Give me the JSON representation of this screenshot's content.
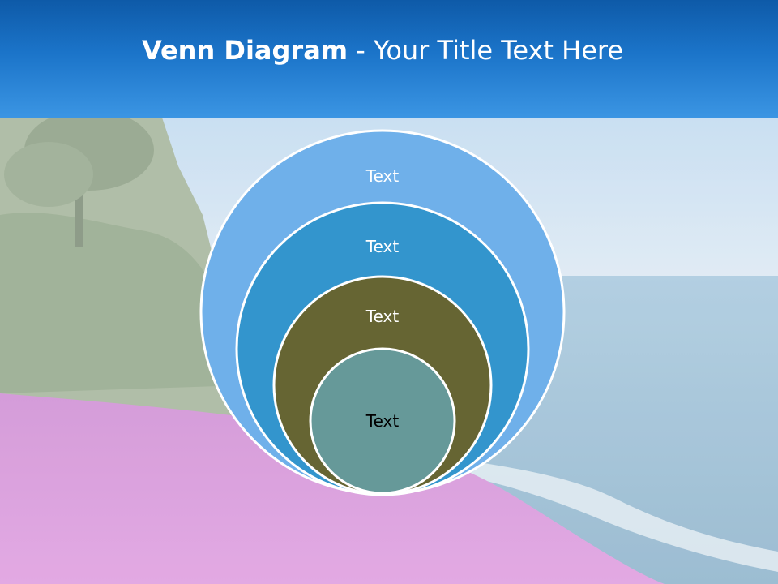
{
  "slide": {
    "title_bold": "Venn Diagram",
    "title_rest": " - Your Title Text Here"
  },
  "diagram": {
    "type": "nested-venn",
    "circles": [
      {
        "label": "Text",
        "fill": "#6fb0ea",
        "text_color": "#ffffff"
      },
      {
        "label": "Text",
        "fill": "#3395cd",
        "text_color": "#ffffff"
      },
      {
        "label": "Text",
        "fill": "#666533",
        "text_color": "#ffffff"
      },
      {
        "label": "Text",
        "fill": "#669999",
        "text_color": "#000000"
      }
    ],
    "outline_color": "#ffffff"
  },
  "colors": {
    "header_top": "#0e5aa8",
    "header_bottom": "#3b95e3",
    "sky": "#cfe2f3",
    "sea": "#9fc3d8",
    "flowers": "#d795d8",
    "foliage": "#a7b69e"
  }
}
